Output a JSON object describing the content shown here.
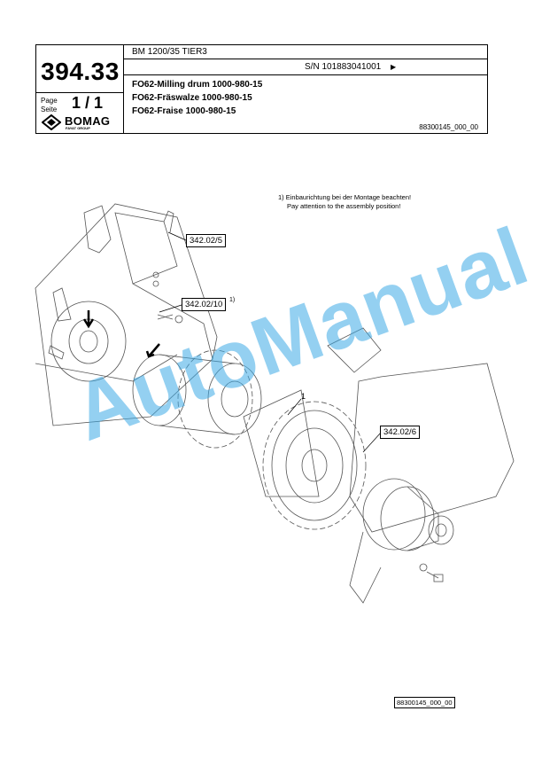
{
  "header": {
    "model": "BM 1200/35 TIER3",
    "part_number": "394.33",
    "serial_number": "S/N 101883041001",
    "serial_arrow": "▶",
    "page_label_en": "Page",
    "page_label_de": "Seite",
    "page_number": "1 / 1",
    "brand": "BOMAG",
    "brand_sub": "FAYAT GROUP",
    "title_en": "FO62-Milling drum 1000-980-15",
    "title_de": "FO62-Fräswalze 1000-980-15",
    "title_fr": "FO62-Fraise 1000-980-15",
    "document_code": "88300145_000_00"
  },
  "drawing": {
    "note_de": "1) Einbaurichtung bei der Montage beachten!",
    "note_en": "Pay attention to the assembly position!",
    "callouts": {
      "ref_1": "342.02/5",
      "ref_2": "342.02/10",
      "ref_2_sup": "1)",
      "ref_3": "342.02/6",
      "item_1": "1"
    }
  },
  "watermark": "AutoManual",
  "footer": {
    "document_code": "88300145_000_00"
  }
}
